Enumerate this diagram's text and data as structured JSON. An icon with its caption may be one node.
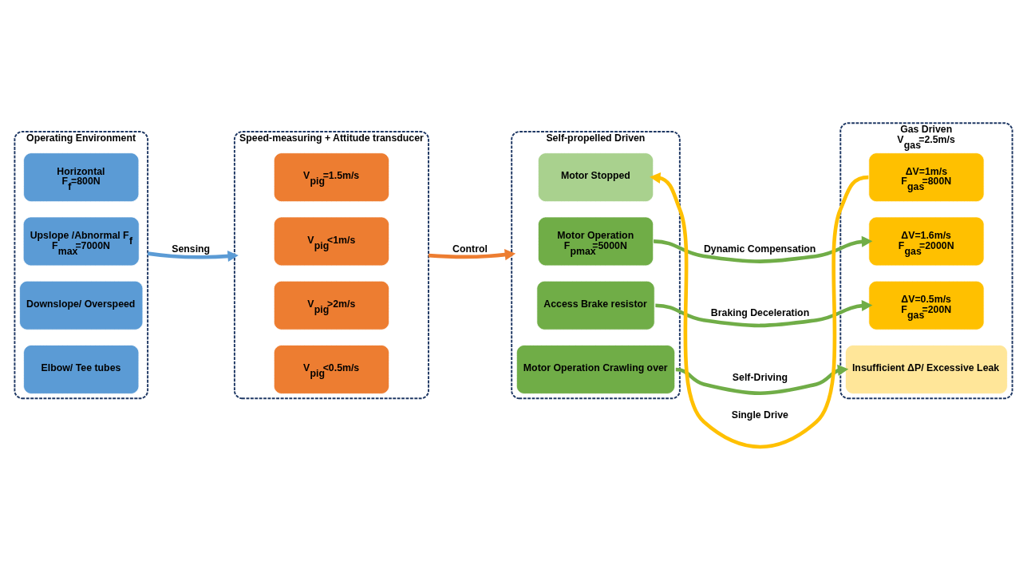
{
  "diagram": {
    "nodes": [
      {
        "text": [
          "Operating Environment"
        ]
      },
      {
        "text": [
          "Horizontal",
          "F$_{f}$=800N"
        ],
        "in": 0
      },
      {
        "text": [
          "Upslope /Abnormal F$_{f}$",
          "F$_{max}$=7000N"
        ],
        "in": 0
      },
      {
        "text": [
          "Downslope/ Overspeed"
        ],
        "in": 0
      },
      {
        "text": [
          "Elbow/ Tee tubes"
        ],
        "in": 0
      },
      {
        "text": [
          "Speed-measuring + Attitude transducer"
        ]
      },
      {
        "text": [
          "V$_{pig}$=1.5m/s"
        ],
        "in": 5
      },
      {
        "text": [
          "V$_{pig}$<1m/s"
        ],
        "in": 5
      },
      {
        "text": [
          "V$_{pig}$>2m/s"
        ],
        "in": 5
      },
      {
        "text": [
          "V$_{pig}$<0.5m/s"
        ],
        "in": 5
      },
      {
        "text": [
          "Self-propelled Driven"
        ]
      },
      {
        "text": [
          "Motor Stopped"
        ],
        "in": 10
      },
      {
        "text": [
          "Motor Operation",
          "F$_{pmax}$=5000N"
        ],
        "in": 10
      },
      {
        "text": [
          "Access Brake resistor"
        ],
        "in": 10
      },
      {
        "text": [
          "Motor Operation Crawling over"
        ],
        "in": 10
      },
      {
        "text": [
          "Gas Driven",
          "V$_{gas}$=2.5m/s"
        ]
      },
      {
        "text": [
          "ΔV=1m/s",
          "F$_{gas}$=800N"
        ],
        "in": 15
      },
      {
        "text": [
          "ΔV=1.6m/s",
          "F$_{gas}$=2000N"
        ],
        "in": 15
      },
      {
        "text": [
          "ΔV=0.5m/s",
          "F$_{gas}$=200N"
        ],
        "in": 15
      },
      {
        "text": [
          "Insufficient ΔP/ Excessive Leak"
        ],
        "in": 15
      }
    ],
    "edges": [
      {
        "from": 0,
        "to": 5,
        "arrow": "to",
        "label": "Sensing",
        "color": "#5b9bd5"
      },
      {
        "from": 5,
        "to": 10,
        "arrow": "to",
        "label": "Control",
        "color": "#ed7d31"
      },
      {
        "from": 16,
        "to": 11,
        "arrow": "to",
        "label": "Single Drive",
        "color": "#ffc000"
      },
      {
        "from": 12,
        "to": 17,
        "arrow": "to",
        "label": "Dynamic Compensation"
      },
      {
        "from": 13,
        "to": 18,
        "arrow": "to",
        "label": "Braking Deceleration"
      },
      {
        "from": 14,
        "to": 19,
        "arrow": "to",
        "label": "Self-Driving"
      }
    ]
  }
}
